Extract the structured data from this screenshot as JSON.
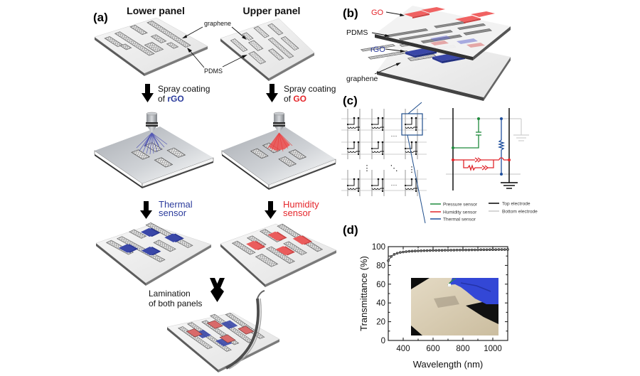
{
  "figure": {
    "panel_a": {
      "label": "(a)",
      "lower_panel_title": "Lower panel",
      "upper_panel_title": "Upper panel",
      "graphene_label": "graphene",
      "pdms_label": "PDMS",
      "spray_left": {
        "line1": "Spray coating",
        "line2_prefix": "of ",
        "material": "rGO"
      },
      "spray_right": {
        "line1": "Spray coating",
        "line2_prefix": "of ",
        "material": "GO"
      },
      "sensor_left": {
        "line1": "Thermal",
        "line2": "sensor"
      },
      "sensor_right": {
        "line1": "Humidity",
        "line2": "sensor"
      },
      "lamination": {
        "line1": "Lamination",
        "line2": "of both panels"
      }
    },
    "panel_b": {
      "label": "(b)",
      "go_label": "GO",
      "pdms_label": "PDMS",
      "rgo_label": "rGO",
      "graphene_label": "graphene"
    },
    "panel_c": {
      "label": "(c)",
      "ellipsis_horizontal": "···",
      "ellipsis_vertical": "⋮",
      "ellipsis_diagonal": "⋱",
      "sensor_legend": [
        {
          "label": "Pressure sensor",
          "color": "#1e8a3c"
        },
        {
          "label": "Humidity sensor",
          "color": "#e0252b"
        },
        {
          "label": "Thermal sensor",
          "color": "#1f4f9e"
        }
      ],
      "electrode_legend": [
        {
          "label": "Top electrode",
          "color": "#000000"
        },
        {
          "label": "Bottom electrode",
          "color": "#c8c8c8"
        }
      ]
    },
    "panel_d": {
      "label": "(d)",
      "inset": "photo of transparent sensor patch on skin"
    }
  },
  "colors": {
    "rgo_blue": "#2b3b9c",
    "go_red": "#e5262b",
    "thermal_pad": "#3a47a8",
    "humidity_pad": "#e85858",
    "plate_gray": "#ececec",
    "spray_plate": "#bfc2c6"
  },
  "chart_data": {
    "type": "line",
    "title": "",
    "xlabel": "Wavelength (nm)",
    "ylabel": "Transmittance (%)",
    "xlim": [
      300,
      1100
    ],
    "ylim": [
      0,
      100
    ],
    "x_ticks": [
      400,
      600,
      800,
      1000
    ],
    "x_minor_ticks": [
      300,
      500,
      700,
      900,
      1100
    ],
    "y_ticks": [
      0,
      20,
      40,
      60,
      80,
      100
    ],
    "y_minor_ticks": [
      10,
      30,
      50,
      70,
      90
    ],
    "grid": false,
    "legend": "none",
    "series": [
      {
        "name": "Transmittance",
        "x": [
          300,
          320,
          340,
          360,
          380,
          400,
          420,
          440,
          460,
          480,
          500,
          520,
          540,
          560,
          580,
          600,
          620,
          640,
          660,
          680,
          700,
          720,
          740,
          760,
          780,
          800,
          820,
          840,
          860,
          880,
          900,
          920,
          940,
          960,
          980,
          1000,
          1020,
          1040,
          1060,
          1080,
          1100
        ],
        "y": [
          85.0,
          89.5,
          91.8,
          93.0,
          93.8,
          94.3,
          94.7,
          95.0,
          95.2,
          95.4,
          95.5,
          95.6,
          95.7,
          95.8,
          95.9,
          96.0,
          96.0,
          96.1,
          96.1,
          96.2,
          96.2,
          96.3,
          96.3,
          96.4,
          96.4,
          96.5,
          96.5,
          96.5,
          96.6,
          96.6,
          96.6,
          96.7,
          96.7,
          96.7,
          96.8,
          96.8,
          96.8,
          96.9,
          96.9,
          96.9,
          97.0
        ]
      }
    ]
  }
}
